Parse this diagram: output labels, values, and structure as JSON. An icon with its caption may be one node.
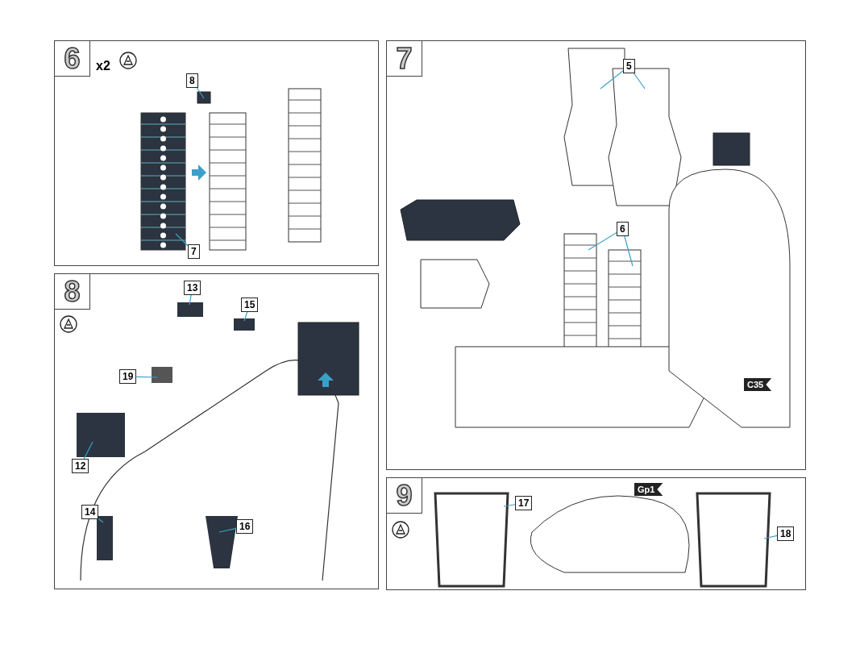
{
  "diagram": {
    "nodes": [
      {
        "text": [
          "6"
        ]
      },
      {
        "text": [
          "8"
        ],
        "in": 0
      },
      {
        "text": [
          "7"
        ],
        "in": 0
      },
      {
        "text": [
          "7"
        ]
      },
      {
        "text": [
          "5"
        ],
        "in": 3
      },
      {
        "text": [
          "6"
        ],
        "in": 3
      },
      {
        "text": [
          "C35"
        ],
        "in": 3
      },
      {
        "text": [
          "8"
        ]
      },
      {
        "text": [
          "13"
        ],
        "in": 7
      },
      {
        "text": [
          "15"
        ],
        "in": 7
      },
      {
        "text": [
          "19"
        ],
        "in": 7
      },
      {
        "text": [
          "12"
        ],
        "in": 7
      },
      {
        "text": [
          "14"
        ],
        "in": 7
      },
      {
        "text": [
          "16"
        ],
        "in": 7
      },
      {
        "text": [
          "9"
        ]
      },
      {
        "text": [
          "Gp1"
        ],
        "in": 14
      },
      {
        "text": [
          "17"
        ],
        "in": 14
      },
      {
        "text": [
          "18"
        ],
        "in": 14
      }
    ],
    "edges": [
      {
        "from": 1,
        "to": null,
        "arrow": "none"
      },
      {
        "from": 2,
        "to": null,
        "arrow": "none"
      },
      {
        "from": 4,
        "to": null,
        "arrow": "none"
      },
      {
        "from": 4,
        "to": null,
        "arrow": "none"
      },
      {
        "from": 5,
        "to": null,
        "arrow": "none"
      },
      {
        "from": 5,
        "to": null,
        "arrow": "none"
      },
      {
        "from": 8,
        "to": null,
        "arrow": "none"
      },
      {
        "from": 9,
        "to": null,
        "arrow": "none"
      },
      {
        "from": 10,
        "to": null,
        "arrow": "none"
      },
      {
        "from": 11,
        "to": null,
        "arrow": "none"
      },
      {
        "from": 12,
        "to": null,
        "arrow": "none"
      },
      {
        "from": 13,
        "to": null,
        "arrow": "none"
      },
      {
        "from": 16,
        "to": null,
        "arrow": "none"
      },
      {
        "from": 17,
        "to": null,
        "arrow": "none"
      }
    ],
    "labels": [
      "x2"
    ]
  }
}
